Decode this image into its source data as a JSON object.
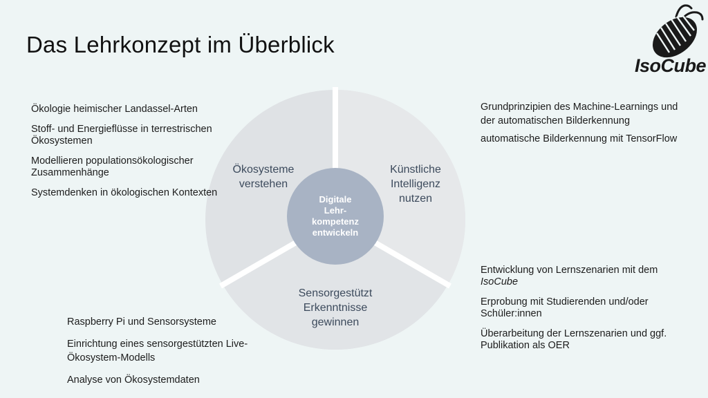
{
  "title": "Das Lehrkonzept im Überblick",
  "logo": {
    "text": "IsoCube",
    "icon": "isopod-icon"
  },
  "colors": {
    "background": "#eef5f5",
    "segment": "#dfe2e5",
    "segment_highlight": "#e6e8ea",
    "center": "#a8b3c4",
    "separator": "#ffffff"
  },
  "center": {
    "lines": [
      "Digitale",
      "Lehr-",
      "kompetenz",
      "entwickeln"
    ]
  },
  "segments": {
    "oeko": {
      "lines": [
        "Ökosysteme",
        "verstehen"
      ]
    },
    "ki": {
      "lines": [
        "Künstliche",
        "Intelligenz",
        "nutzen"
      ]
    },
    "sensor": {
      "lines": [
        "Sensorgestützt",
        "Erkenntnisse",
        "gewinnen"
      ]
    }
  },
  "blocks": {
    "oeko": [
      "Ökologie heimischer Landassel-Arten",
      "Stoff- und Energieflüsse in terrestrischen Ökosystemen",
      "Modellieren populationsökologischer Zusammenhänge",
      "Systemdenken in ökologischen Kontexten"
    ],
    "ki": [
      "Grundprinzipien des Machine-Learnings und der automatischen Bilderkennung",
      "automatische Bilderkennung mit TensorFlow"
    ],
    "lern": [
      {
        "pre": "Entwicklung von Lernszenarien mit dem ",
        "em": "IsoCube"
      },
      {
        "pre": "Erprobung mit Studierenden und/oder Schüler:innen",
        "em": ""
      },
      {
        "pre": "Überarbeitung der Lernszenarien und ggf. Publikation als OER",
        "em": ""
      }
    ],
    "sensor": [
      "Raspberry Pi und Sensorsysteme",
      "Einrichtung eines sensorgestützten Live-Ökosystem-Modells",
      "Analyse von Ökosystemdaten"
    ]
  }
}
